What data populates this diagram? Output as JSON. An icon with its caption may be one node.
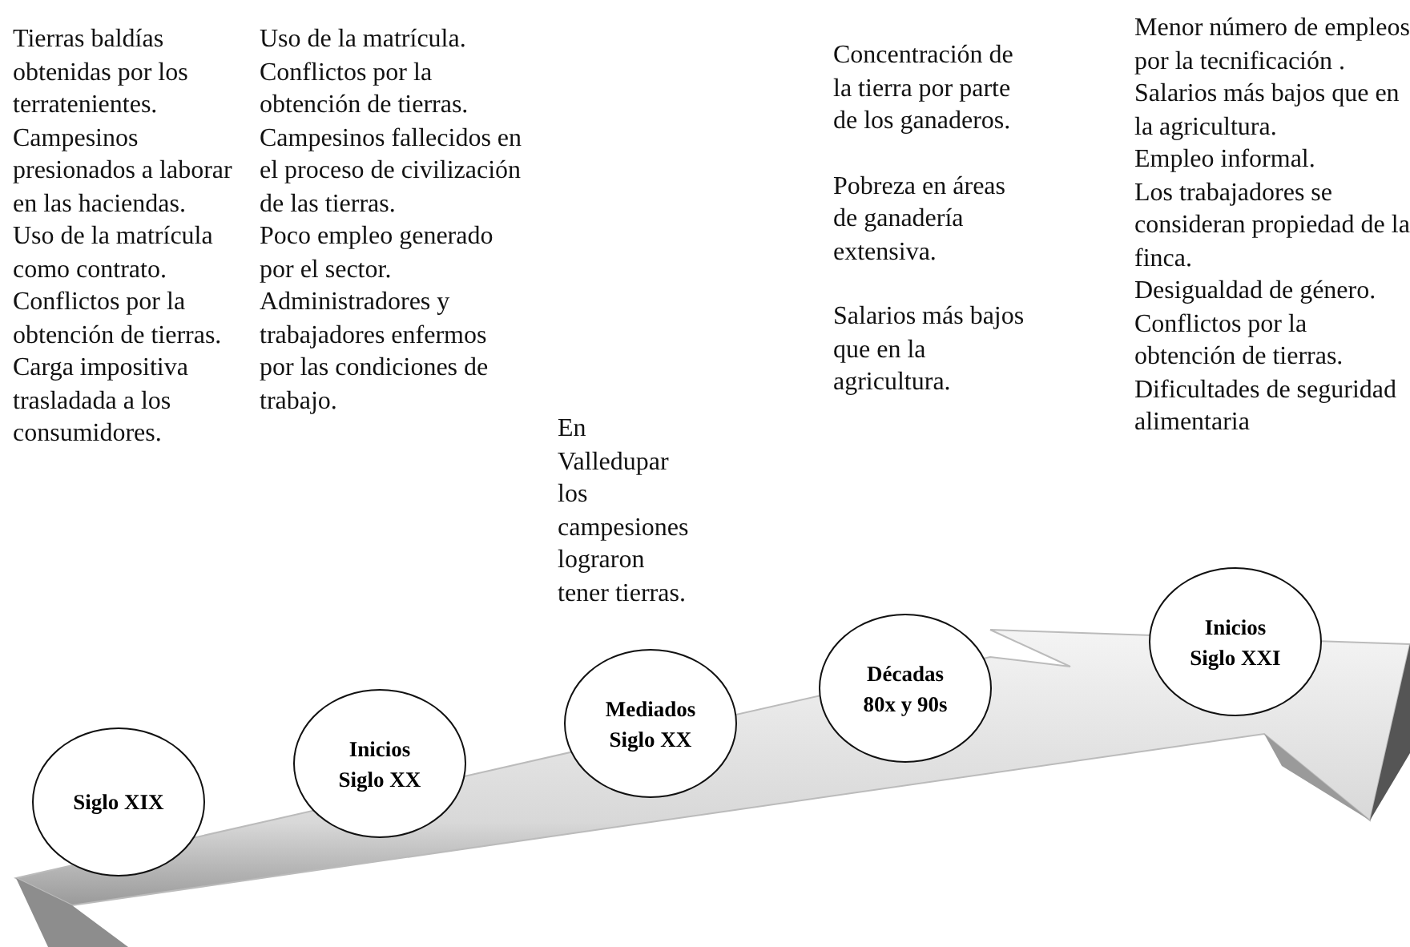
{
  "diagram": {
    "nodes": [
      {
        "text": [
          "Siglo XIX"
        ],
        "beside": [
          "Tierras baldías obtenidas por los terratenientes.",
          "Campesinos presionados a laborar en las haciendas.",
          "Uso de la matrícula como contrato.",
          "Conflictos por la obtención de tierras.",
          "Carga impositiva trasladada a los consumidores."
        ]
      },
      {
        "text": [
          "Inicios Siglo XX"
        ],
        "beside": [
          "Uso de la matrícula.",
          "Conflictos por la obtención de tierras.",
          "Campesinos fallecidos en el proceso de civilización de las tierras.",
          "Poco empleo generado por el sector.",
          "Administradores y trabajadores enfermos por las condiciones de trabajo."
        ]
      },
      {
        "text": [
          "Mediados Siglo XX"
        ],
        "beside": [
          "En Valledupar los campesiones lograron tener tierras."
        ]
      },
      {
        "text": [
          "Décadas 80x y 90s"
        ],
        "beside": [
          "Concentración de la tierra por parte de los ganaderos.",
          "Pobreza en áreas de ganadería extensiva.",
          "Salarios más bajos que en la agricultura."
        ]
      },
      {
        "text": [
          "Inicios Siglo XXI"
        ],
        "beside": [
          "Menor número de empleos por la tecnificación .",
          "Salarios más bajos que en la agricultura.",
          "Empleo informal.",
          "Los trabajadores se consideran propiedad de la finca.",
          "Desigualdad de género.",
          "Conflictos por la obtención de tierras.",
          "Dificultades de seguridad alimentaria"
        ]
      }
    ]
  }
}
